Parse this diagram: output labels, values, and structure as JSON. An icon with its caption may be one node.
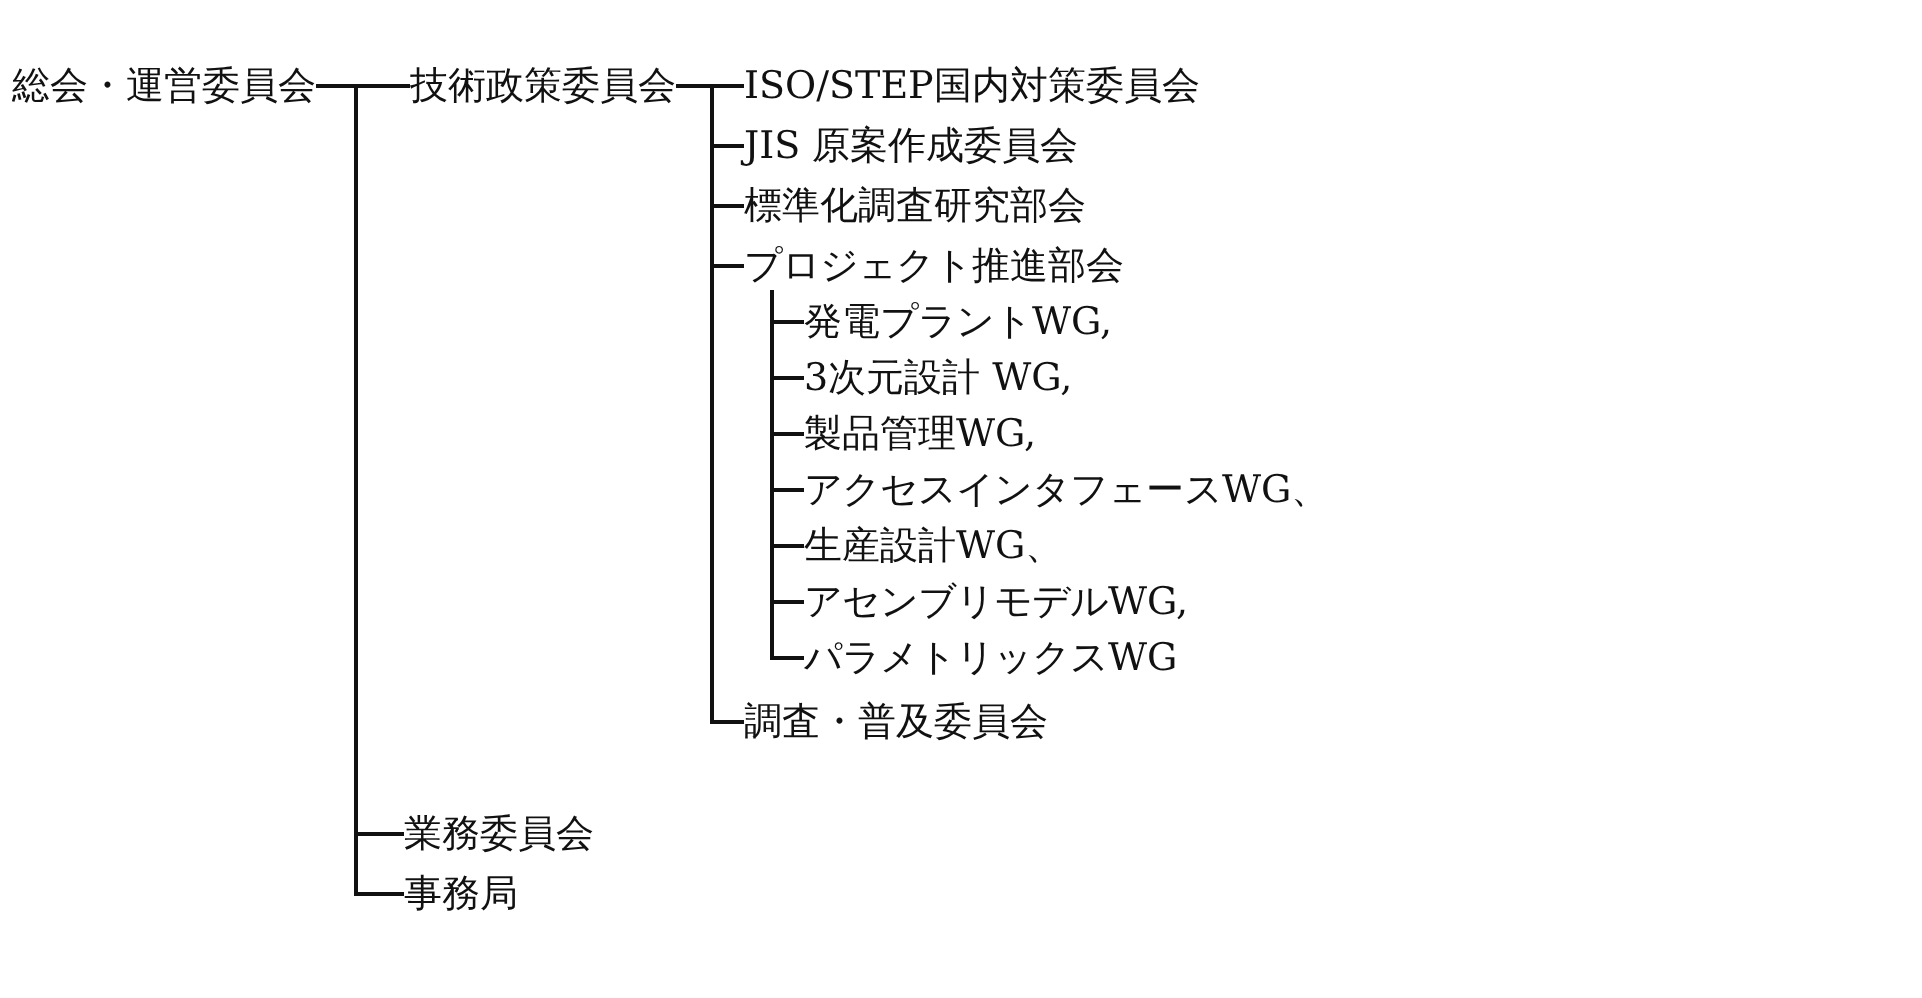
{
  "diagram": {
    "nodes": [
      {
        "text": [
          "総会・運営委員会"
        ]
      },
      {
        "text": [
          "技術政策委員会"
        ]
      },
      {
        "text": [
          "ISO/STEP国内対策委員会"
        ]
      },
      {
        "text": [
          "JIS 原案作成委員会"
        ]
      },
      {
        "text": [
          "標準化調査研究部会"
        ]
      },
      {
        "text": [
          "プロジェクト推進部会"
        ]
      },
      {
        "text": [
          "発電プラントWG,"
        ]
      },
      {
        "text": [
          "3次元設計 WG,"
        ]
      },
      {
        "text": [
          "製品管理WG,"
        ]
      },
      {
        "text": [
          "アクセスインタフェースWG、"
        ]
      },
      {
        "text": [
          "生産設計WG、"
        ]
      },
      {
        "text": [
          "アセンブリモデルWG,"
        ]
      },
      {
        "text": [
          "パラメトリックスWG"
        ]
      },
      {
        "text": [
          "調査・普及委員会"
        ]
      },
      {
        "text": [
          "業務委員会"
        ]
      },
      {
        "text": [
          "事務局"
        ]
      }
    ],
    "edges": [
      {
        "from": 0,
        "to": 1,
        "arrow": "none"
      },
      {
        "from": 1,
        "to": 2,
        "arrow": "none"
      },
      {
        "from": 1,
        "to": 3,
        "arrow": "none"
      },
      {
        "from": 1,
        "to": 4,
        "arrow": "none"
      },
      {
        "from": 1,
        "to": 5,
        "arrow": "none"
      },
      {
        "from": 5,
        "to": 6,
        "arrow": "none"
      },
      {
        "from": 5,
        "to": 7,
        "arrow": "none"
      },
      {
        "from": 5,
        "to": 8,
        "arrow": "none"
      },
      {
        "from": 5,
        "to": 9,
        "arrow": "none"
      },
      {
        "from": 5,
        "to": 10,
        "arrow": "none"
      },
      {
        "from": 5,
        "to": 11,
        "arrow": "none"
      },
      {
        "from": 5,
        "to": 12,
        "arrow": "none"
      },
      {
        "from": 1,
        "to": 13,
        "arrow": "none"
      },
      {
        "from": 0,
        "to": 14,
        "arrow": "none"
      },
      {
        "from": 0,
        "to": 15,
        "arrow": "none"
      }
    ]
  }
}
